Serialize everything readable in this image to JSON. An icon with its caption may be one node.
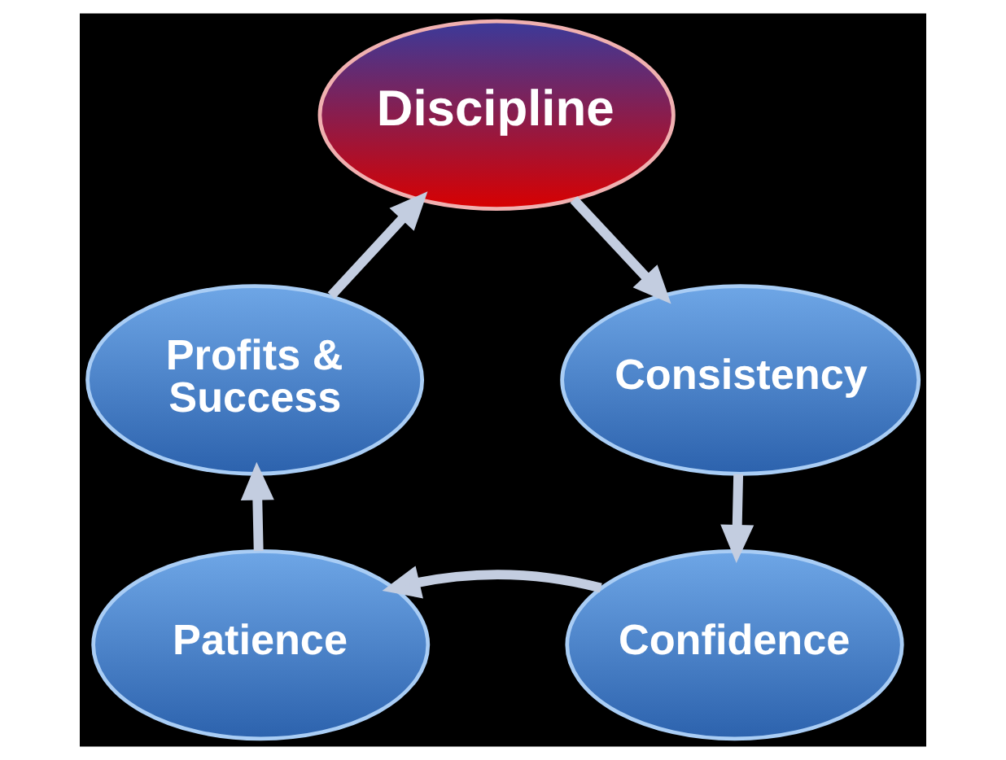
{
  "diagram": {
    "nodes": [
      {
        "text": [
          "Discipline"
        ]
      },
      {
        "text": [
          "Consistency"
        ]
      },
      {
        "text": [
          "Confidence"
        ]
      },
      {
        "text": [
          "Patience"
        ]
      },
      {
        "text": [
          "Profits & Success"
        ]
      }
    ],
    "edges": [
      {
        "from": 0,
        "to": 1,
        "arrow": "to"
      },
      {
        "from": 1,
        "to": 2,
        "arrow": "to"
      },
      {
        "from": 2,
        "to": 3,
        "arrow": "to"
      },
      {
        "from": 3,
        "to": 4,
        "arrow": "to"
      },
      {
        "from": 4,
        "to": 0,
        "arrow": "to"
      }
    ]
  }
}
